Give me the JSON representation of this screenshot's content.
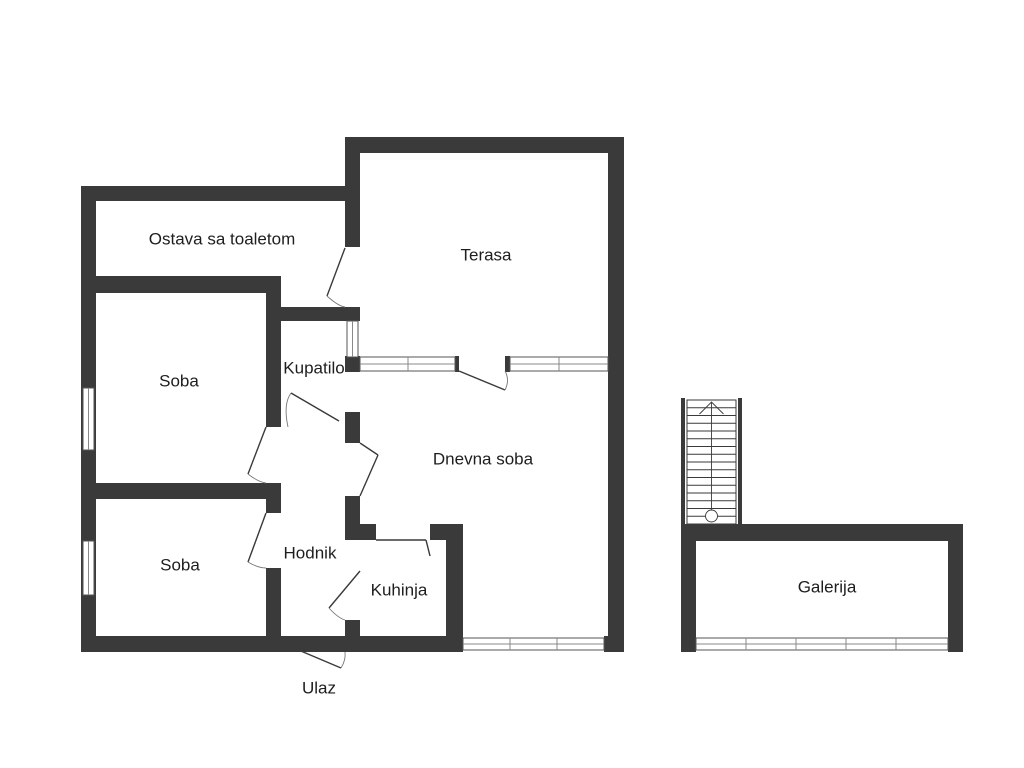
{
  "floor_plan": {
    "rooms": {
      "ostava": "Ostava sa toaletom",
      "terasa": "Terasa",
      "soba_1": "Soba",
      "kupatilo": "Kupatilo",
      "dnevna_soba": "Dnevna soba",
      "soba_2": "Soba",
      "hodnik": "Hodnik",
      "kuhinja": "Kuhinja",
      "galerija": "Galerija"
    },
    "entrance_label": "Ulaz",
    "colors": {
      "wall": "#3a3a3a",
      "background": "#ffffff",
      "text": "#1e1e1e"
    }
  }
}
